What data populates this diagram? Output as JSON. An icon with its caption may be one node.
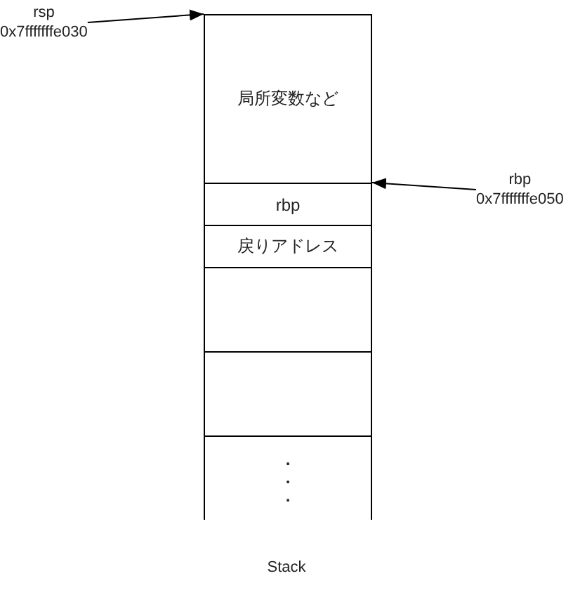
{
  "diagram": {
    "caption": "Stack",
    "nodes": [
      {
        "text": [
          "rsp",
          "0x7fffffffe030"
        ]
      },
      {
        "text": [
          "局所変数など"
        ]
      },
      {
        "text": [
          "rbp"
        ]
      },
      {
        "text": [
          "rbp",
          "0x7fffffffe050"
        ]
      },
      {
        "text": [
          "戻りアドレス"
        ]
      },
      {
        "text": [],
        "shape": "box"
      },
      {
        "text": [],
        "shape": "box"
      },
      {
        "text": [
          ". . ."
        ]
      }
    ],
    "edges": [
      {
        "from": 0,
        "to": 1,
        "arrow": "to"
      },
      {
        "from": 3,
        "to": 2,
        "arrow": "to"
      }
    ]
  }
}
